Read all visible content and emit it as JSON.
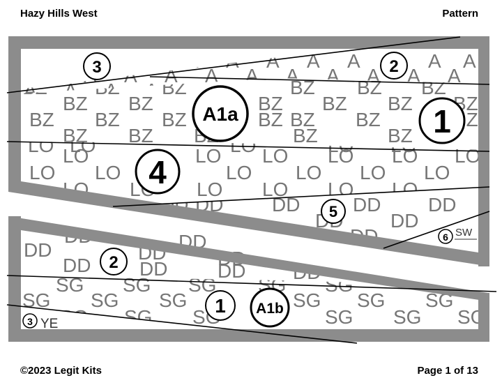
{
  "header": {
    "title": "Hazy Hills West",
    "section": "Pattern"
  },
  "footer": {
    "copyright": "©2023 Legit Kits",
    "page": "Page 1 of 13"
  },
  "top_unit": {
    "fabric_codes": [
      "A",
      "BZ",
      "LO",
      "DD",
      "SW"
    ],
    "labels": [
      {
        "id": "top-3",
        "text": "3"
      },
      {
        "id": "top-2",
        "text": "2"
      },
      {
        "id": "top-a1a",
        "text": "A1a"
      },
      {
        "id": "top-1",
        "text": "1"
      },
      {
        "id": "top-4",
        "text": "4"
      },
      {
        "id": "top-5",
        "text": "5"
      },
      {
        "id": "top-6",
        "text": "6",
        "fabric": "SW"
      }
    ]
  },
  "bottom_unit": {
    "fabric_codes": [
      "DD",
      "SG",
      "YE"
    ],
    "labels": [
      {
        "id": "bot-2",
        "text": "2"
      },
      {
        "id": "bot-1",
        "text": "1"
      },
      {
        "id": "bot-a1b",
        "text": "A1b"
      },
      {
        "id": "bot-3",
        "text": "3",
        "fabric": "YE"
      }
    ]
  },
  "colors": {
    "border": "#8c8c8c",
    "fabric_text": "#767676",
    "seam": "#000000"
  }
}
